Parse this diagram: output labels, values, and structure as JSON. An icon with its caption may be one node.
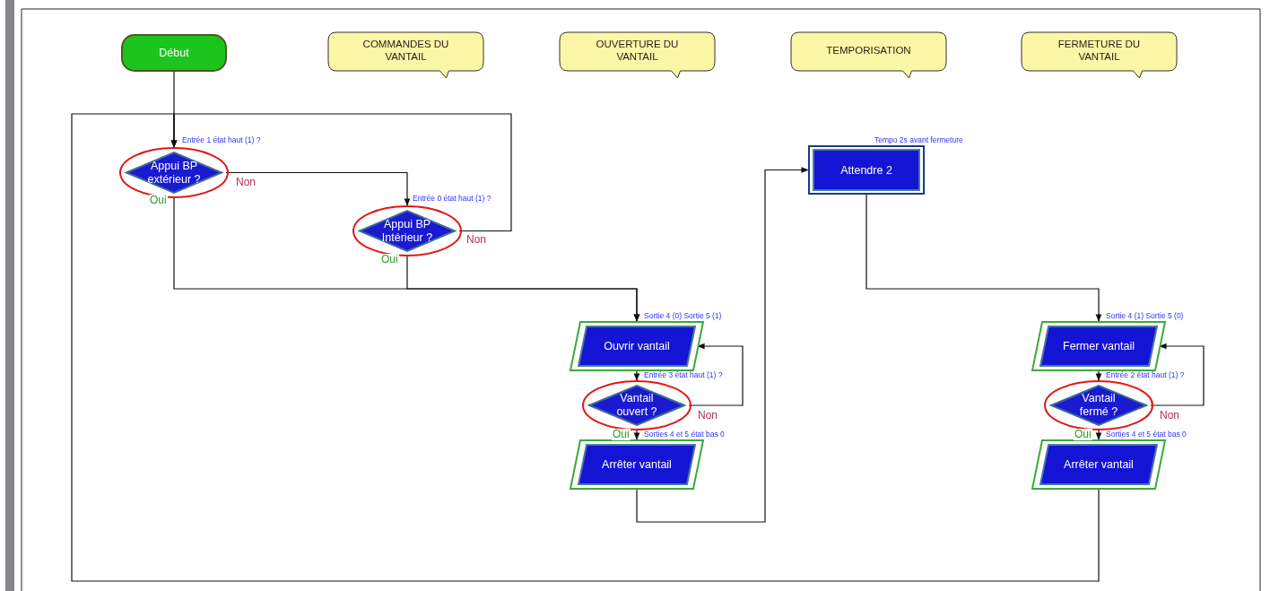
{
  "diagram": {
    "nodes": [
      {
        "text": [
          "Début"
        ]
      },
      {
        "text": [
          "COMMANDES DU VANTAIL"
        ]
      },
      {
        "text": [
          "OUVERTURE DU VANTAIL"
        ]
      },
      {
        "text": [
          "TEMPORISATION"
        ]
      },
      {
        "text": [
          "FERMETURE DU VANTAIL"
        ]
      },
      {
        "text": [
          "Appui BP extérieur ?"
        ],
        "beside": [
          "Entrée 1 état haut (1) ?"
        ]
      },
      {
        "text": [
          "Appui BP Intérieur ?"
        ],
        "beside": [
          "Entrée 0 état haut (1) ?"
        ]
      },
      {
        "text": [
          "Attendre 2"
        ],
        "beside": [
          "Tempo 2s avant fermeture"
        ]
      },
      {
        "text": [
          "Ouvrir vantail"
        ],
        "beside": [
          "Sortie 4 (0) Sortie 5 (1)"
        ]
      },
      {
        "text": [
          "Vantail ouvert ?"
        ],
        "beside": [
          "Entrée 3 état haut (1) ?"
        ]
      },
      {
        "text": [
          "Arrêter vantail"
        ],
        "beside": [
          "Sorties 4 et 5 état bas 0"
        ]
      },
      {
        "text": [
          "Fermer vantail"
        ],
        "beside": [
          "Sortie 4 (1) Sortie 5 (0)"
        ]
      },
      {
        "text": [
          "Vantail fermé ?"
        ],
        "beside": [
          "Entrée 2 état haut (1) ?"
        ]
      },
      {
        "text": [
          "Arrêter vantail"
        ],
        "beside": [
          "Sorties 4 et 5 état bas 0"
        ]
      }
    ],
    "edges": [
      {
        "from": 0,
        "to": 5,
        "arrow": "to"
      },
      {
        "from": 5,
        "to": 6,
        "arrow": "to",
        "label": "Non"
      },
      {
        "from": 5,
        "to": 8,
        "arrow": "to",
        "label": "Oui"
      },
      {
        "from": 6,
        "to": 8,
        "arrow": "to",
        "label": "Oui"
      },
      {
        "from": 6,
        "to": 5,
        "arrow": "to",
        "label": "Non"
      },
      {
        "from": 8,
        "to": 9,
        "arrow": "to"
      },
      {
        "from": 9,
        "to": 8,
        "arrow": "to",
        "label": "Non"
      },
      {
        "from": 9,
        "to": 10,
        "arrow": "to",
        "label": "Oui"
      },
      {
        "from": 10,
        "to": 7,
        "arrow": "to"
      },
      {
        "from": 7,
        "to": 11,
        "arrow": "to"
      },
      {
        "from": 11,
        "to": 12,
        "arrow": "to"
      },
      {
        "from": 12,
        "to": 11,
        "arrow": "to",
        "label": "Non"
      },
      {
        "from": 12,
        "to": 13,
        "arrow": "to",
        "label": "Oui"
      },
      {
        "from": 13,
        "to": 5,
        "arrow": "to"
      }
    ]
  }
}
